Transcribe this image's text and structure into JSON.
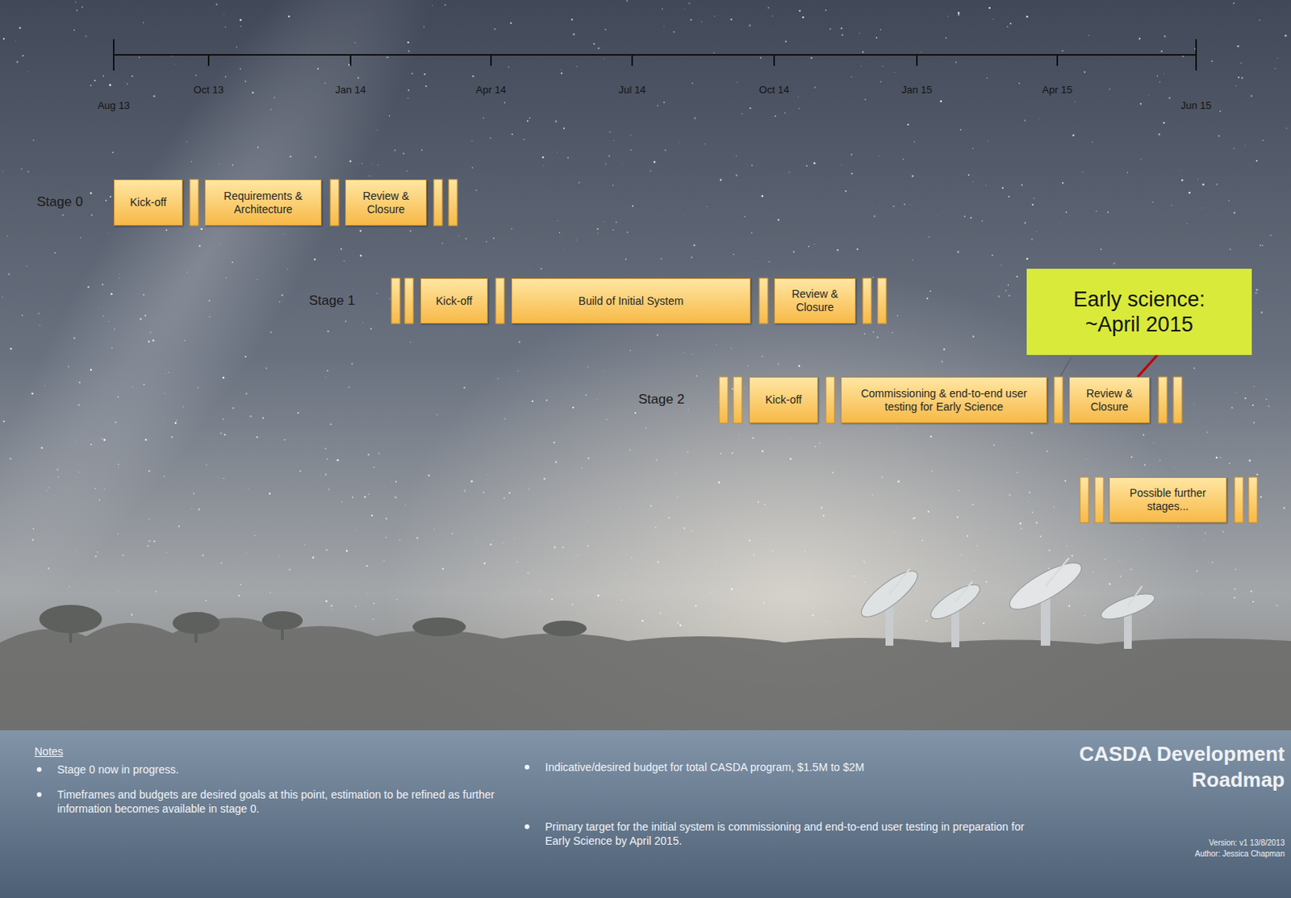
{
  "diagram": {
    "title": "CASDA Development Roadmap",
    "nodes": [
      {
        "text": [
          "Kick-off"
        ]
      },
      {
        "text": [
          "Requirements & Architecture"
        ]
      },
      {
        "text": [
          "Review & Closure"
        ]
      },
      {
        "text": [
          "Kick-off"
        ]
      },
      {
        "text": [
          "Build of Initial System"
        ]
      },
      {
        "text": [
          "Review & Closure"
        ]
      },
      {
        "text": [
          "Early science: ~April 2015"
        ]
      },
      {
        "text": [
          "Kick-off"
        ]
      },
      {
        "text": [
          "Commissioning & end-to-end user testing for Early Science"
        ]
      },
      {
        "text": [
          "Review & Closure"
        ]
      },
      {
        "text": [
          "Possible further stages..."
        ]
      }
    ],
    "edges": [
      {
        "from": 6,
        "to": 9,
        "arrow": "none"
      }
    ],
    "labels": [
      "Aug 13",
      "Oct 13",
      "Jan 14",
      "Apr 14",
      "Jul 14",
      "Oct 14",
      "Jan 15",
      "Apr 15",
      "Jun 15",
      "Stage 0",
      "Stage 1",
      "Stage 2",
      "Notes",
      "Stage 0 now in progress.",
      "Timeframes and budgets are desired goals at this point, estimation to be refined as further information becomes available in stage 0.",
      "Indicative/desired budget for total CASDA program, $1.5M to $2M",
      "Primary target for the initial system is commissioning and end-to-end user testing in preparation for Early Science by April 2015.",
      "Version: v1 13/8/2013",
      "Author: Jessica Chapman"
    ]
  }
}
